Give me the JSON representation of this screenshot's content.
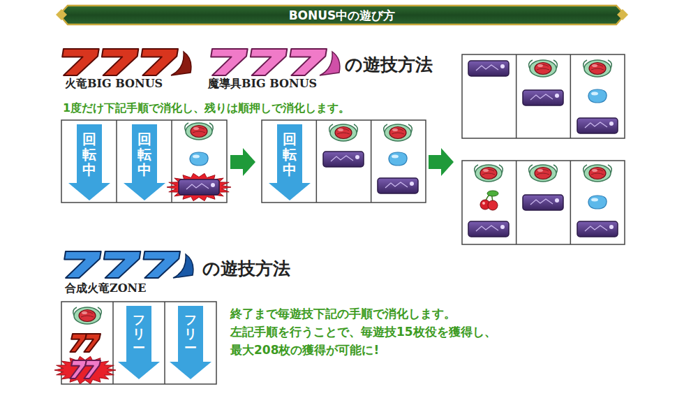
{
  "diagram": {
    "title": "BONUS中の遊び方",
    "nodes": [
      {
        "text": [
          "回転中"
        ]
      },
      {
        "text": [
          "回転中"
        ]
      },
      {
        "text": [
          "回転中"
        ]
      },
      {
        "text": [
          "フリー"
        ]
      },
      {
        "text": [
          "フリー"
        ]
      }
    ],
    "labels": [
      "火竜BIG BONUS",
      "魔導具BIG BONUS",
      "の遊技方法",
      "1度だけ下記手順で消化し、残りは順押しで消化します。",
      "合成火竜ZONE",
      "の遊技方法",
      "終了まで毎遊技下記の手順で消化します。",
      "左記手順を行うことで、毎遊技15枚役を獲得し、",
      "最大208枚の獲得が可能に!"
    ]
  }
}
